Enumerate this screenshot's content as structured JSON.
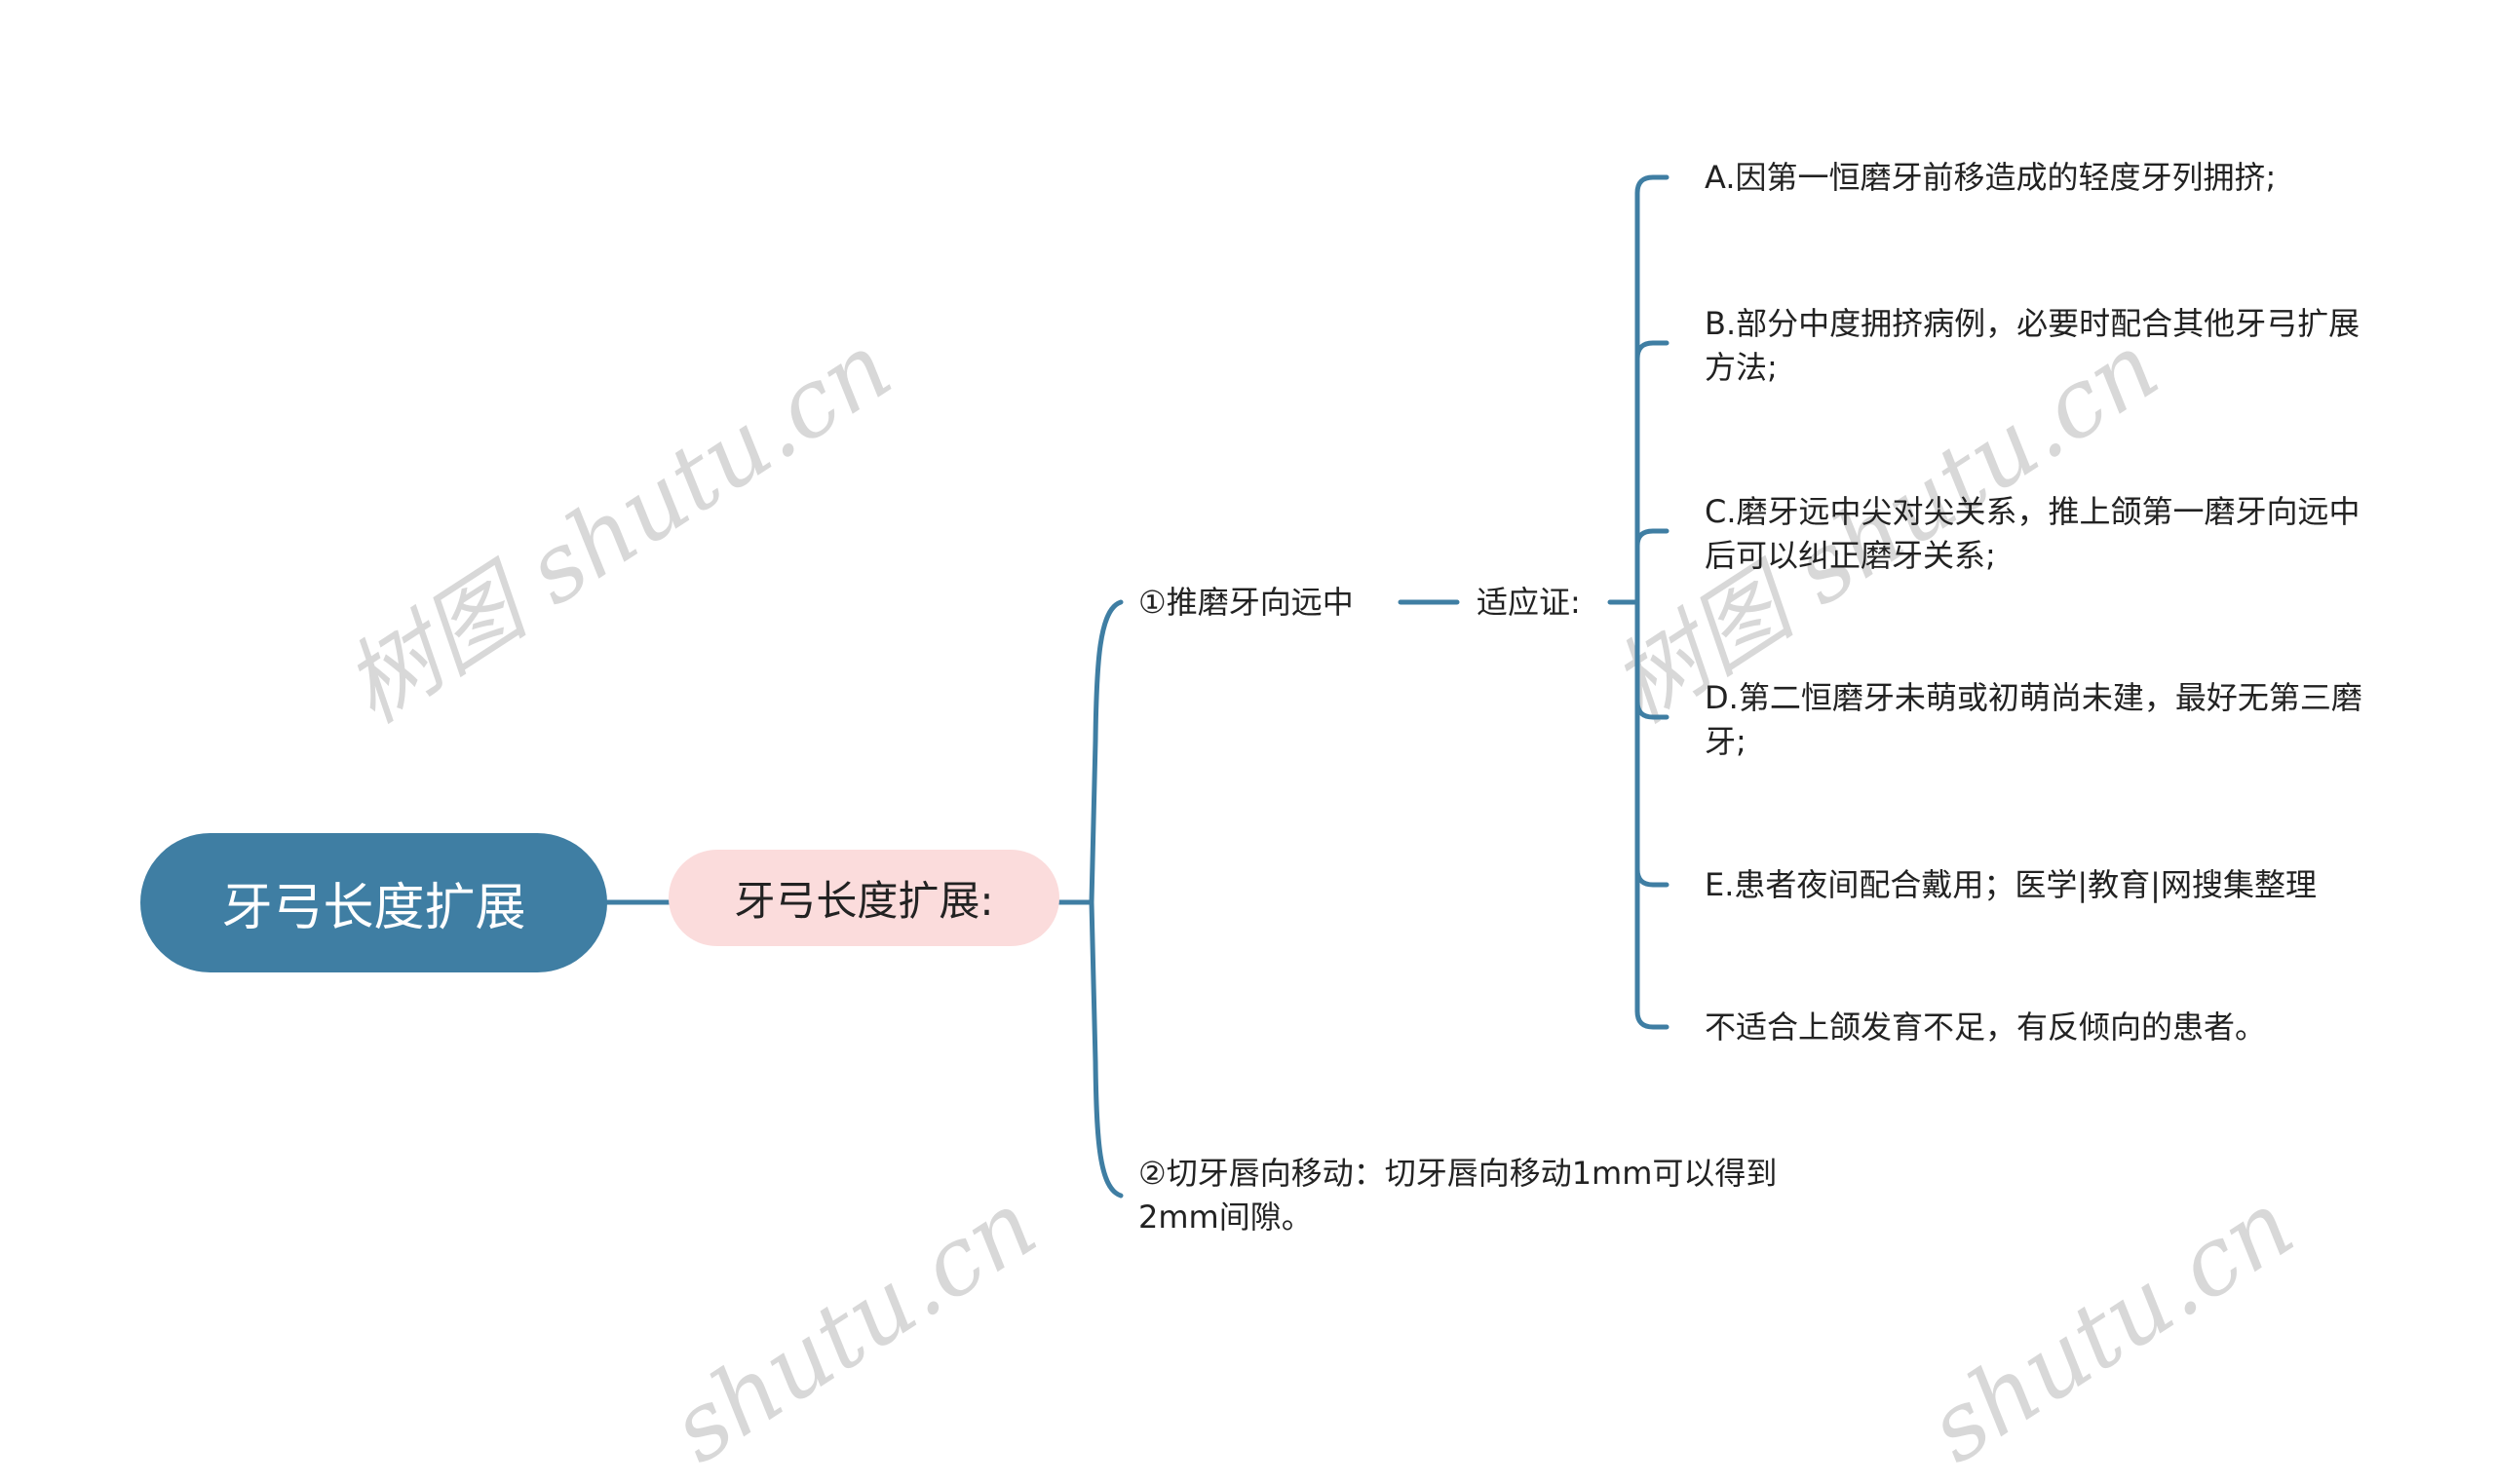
{
  "watermarks": [
    "树图 shutu.cn",
    "树图 shutu.cn",
    "shutu.cn",
    "shutu.cn"
  ],
  "colors": {
    "root_fill": "#3f7ea3",
    "sub_fill": "#fbdcdc",
    "line": "#3f7ea3",
    "watermark": "#d8d8d8"
  },
  "mindmap": {
    "root": {
      "label": "牙弓长度扩展"
    },
    "main_topic": {
      "label": "牙弓长度扩展:"
    },
    "branches": [
      {
        "label": "①推磨牙向远中",
        "child": {
          "label": "适应证:",
          "items": [
            {
              "label": "A.因第一恒磨牙前移造成的轻度牙列拥挤;"
            },
            {
              "label": "B.部分中度拥挤病例，必要时配合其他牙弓扩展方法;"
            },
            {
              "label": "C.磨牙远中尖对尖关系，推上颌第一磨牙向远中后可以纠正磨牙关系;"
            },
            {
              "label": "D.第二恒磨牙未萌或初萌尚未建，最好无第三磨牙;"
            },
            {
              "label": "E.患者夜间配合戴用；医学|教育|网搜集整理"
            },
            {
              "label": "不适合上颌发育不足，有反倾向的患者。"
            }
          ]
        }
      },
      {
        "label": "②切牙唇向移动：切牙唇向移动1mm可以得到2mm间隙。"
      }
    ]
  }
}
